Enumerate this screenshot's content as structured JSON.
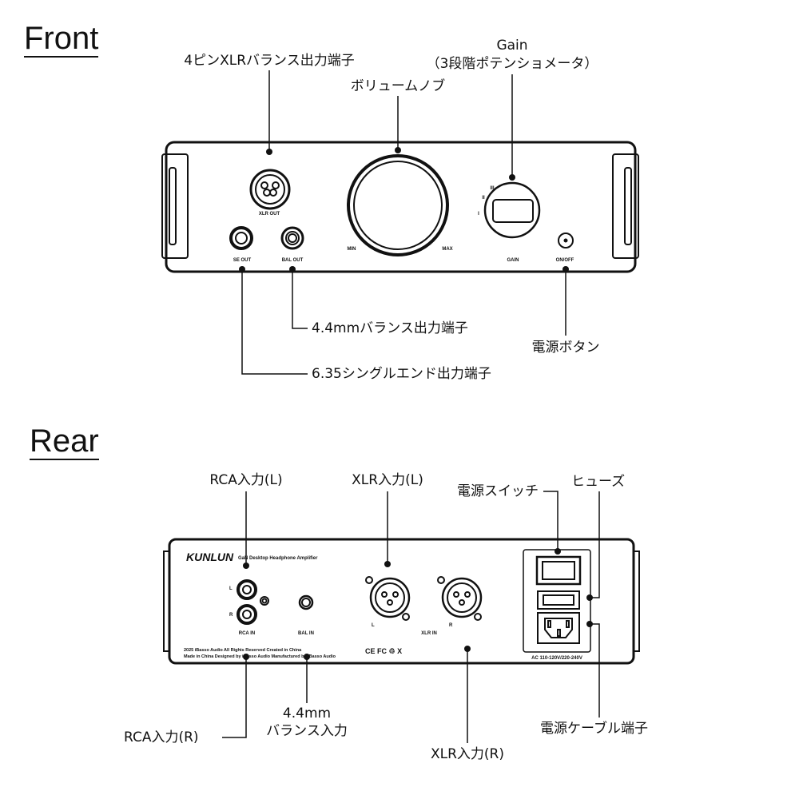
{
  "front": {
    "title": "Front",
    "callouts": {
      "xlr_out": "4ピンXLRバランス出力端子",
      "volume": "ボリュームノブ",
      "gain_title": "Gain",
      "gain_sub": "（3段階ポテンショメータ）",
      "bal_out": "4.4mmバランス出力端子",
      "se_out": "6.35シングルエンド出力端子",
      "power": "電源ボタン"
    },
    "panel_labels": {
      "xlr_out": "XLR OUT",
      "se_out": "SE OUT",
      "bal_out": "BAL OUT",
      "min": "MIN",
      "max": "MAX",
      "gain": "GAIN",
      "on_off": "ON/OFF",
      "gain_marks": [
        "I",
        "II",
        "III"
      ]
    }
  },
  "rear": {
    "title": "Rear",
    "callouts": {
      "rca_l": "RCA入力(L)",
      "xlr_l": "XLR入力(L)",
      "power_switch": "電源スイッチ",
      "fuse": "ヒューズ",
      "rca_r": "RCA入力(R)",
      "bal_in_1": "4.4mm",
      "bal_in_2": "バランス入力",
      "xlr_r": "XLR入力(R)",
      "power_inlet": "電源ケーブル端子"
    },
    "panel_labels": {
      "brand": "KUNLUN",
      "subtitle": "GaN Desktop Headphone Amplifier",
      "l": "L",
      "r": "R",
      "rca_in": "RCA IN",
      "bal_in": "BAL IN",
      "xlr_l": "L",
      "xlr_r": "R",
      "xlr_in": "XLR IN",
      "copyright_1": "2025 iBasso Audio All Rights Reserved Created in China",
      "copyright_2": "Made in China  Designed by iBasso Audio Manufactured by iBasso Audio",
      "certs": "CE FC ♲ X",
      "ac": "AC 110-120V/220-240V"
    }
  }
}
